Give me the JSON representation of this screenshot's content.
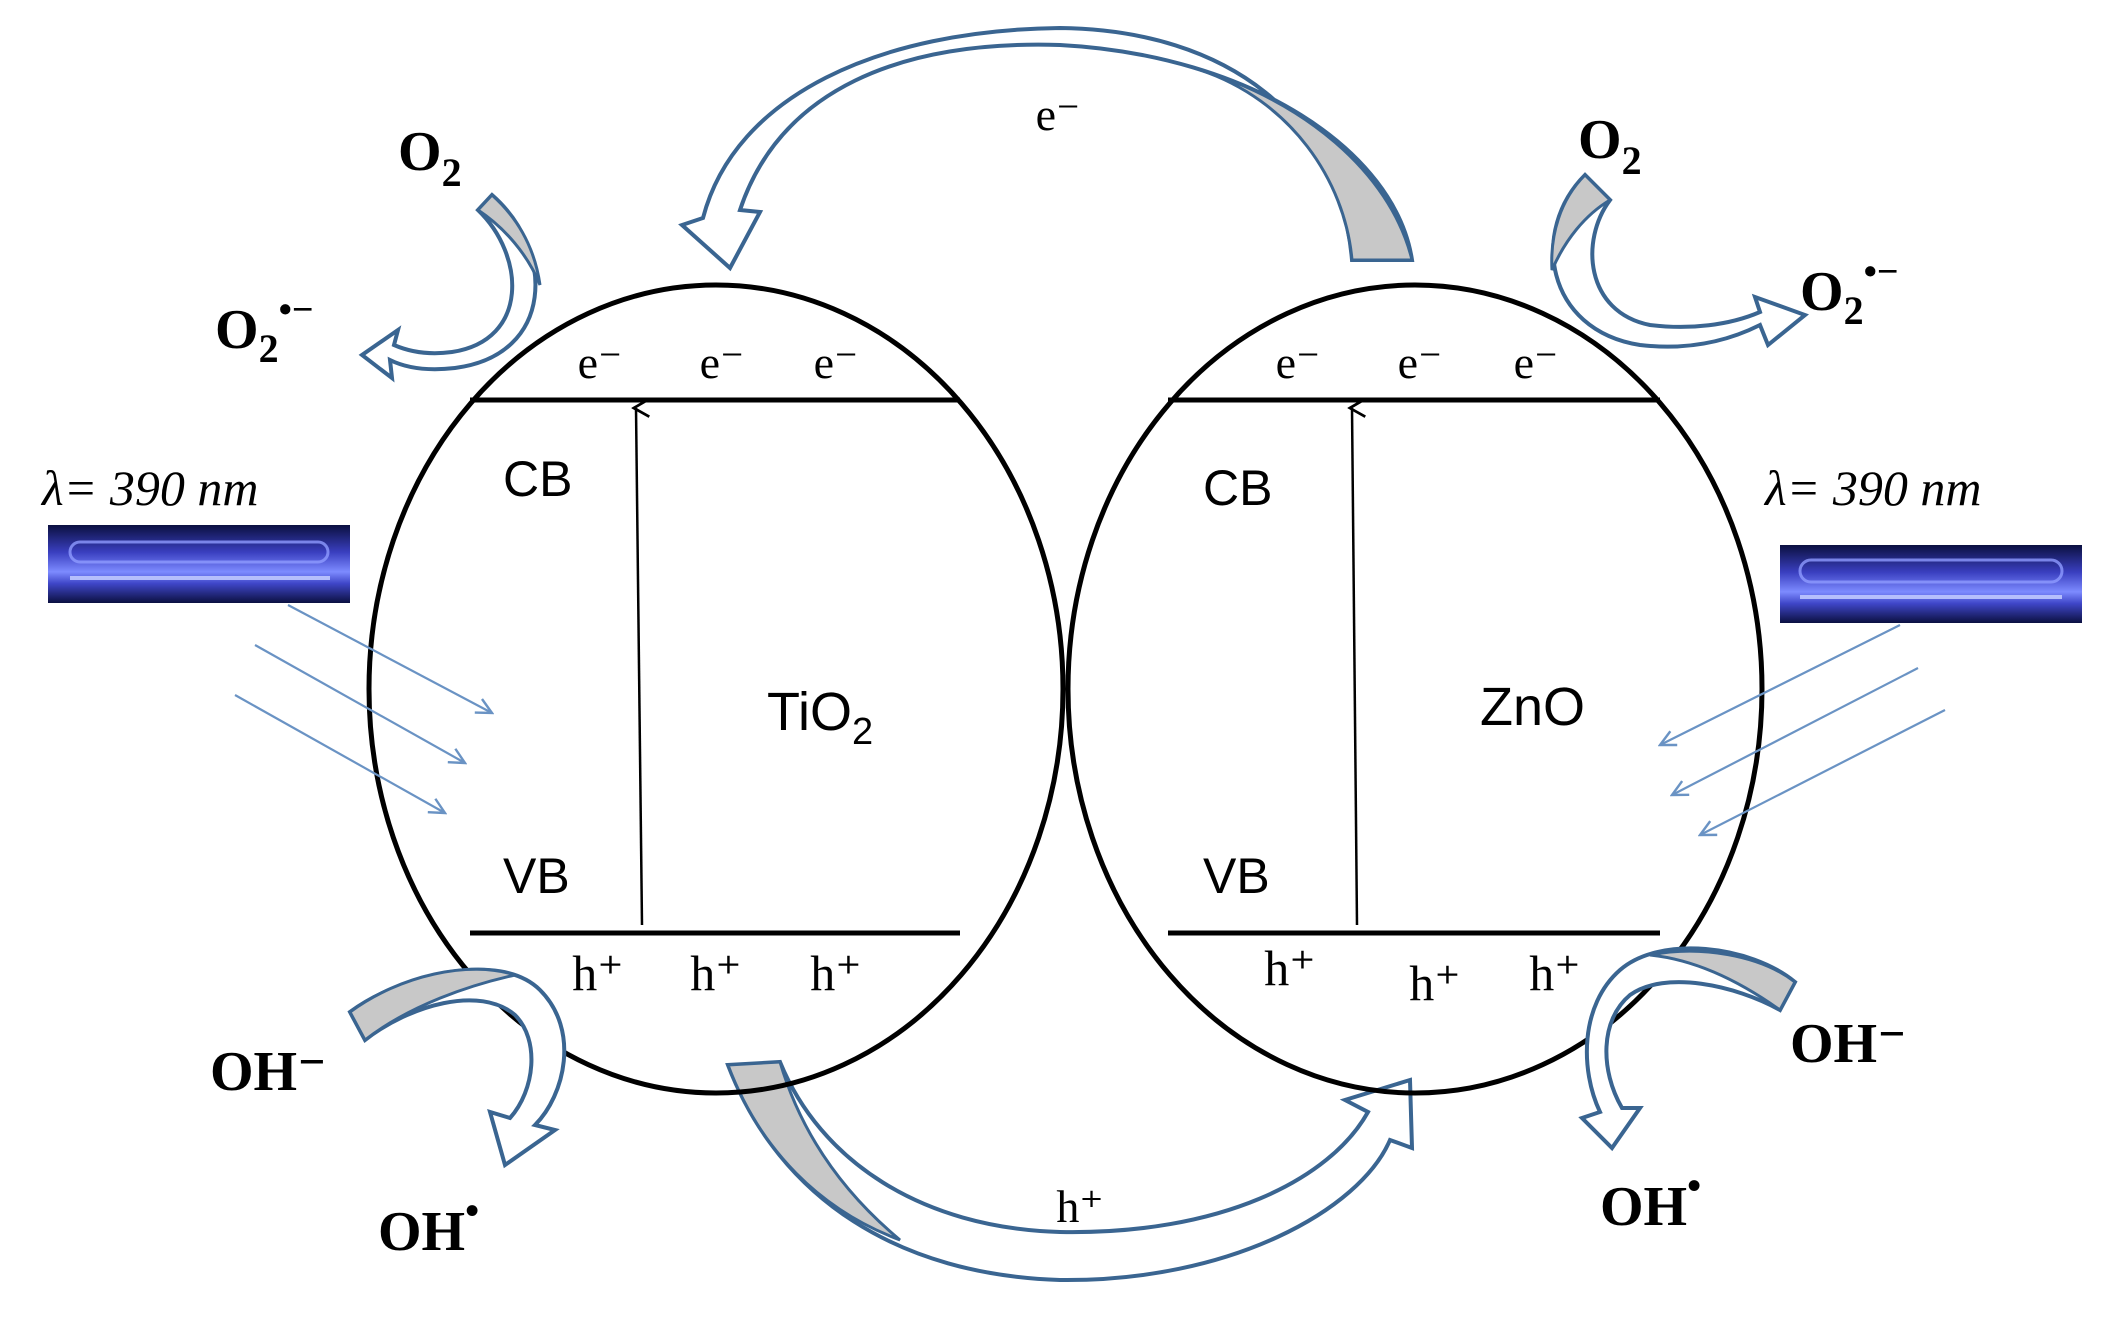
{
  "colors": {
    "arrow_stroke": "#3a6591",
    "arrow_fill_gray": "#c8c8c8",
    "light_ray": "#6a93c4",
    "outline": "#000000",
    "lamp_dark": "#0b1040",
    "lamp_glow": "#6f7dff"
  },
  "tio2": {
    "label_main": "TiO",
    "label_sub": "2",
    "cb": "CB",
    "vb": "VB",
    "electrons": [
      "e⁻",
      "e⁻",
      "e⁻"
    ],
    "holes": [
      "h⁺",
      "h⁺",
      "h⁺"
    ],
    "o2": "O",
    "o2_sub": "2",
    "o2_radical": "O",
    "o2_radical_sub": "2",
    "o2_radical_sup": "•−",
    "oh_minus": "OH⁻",
    "oh_radical": "OH",
    "oh_radical_sup": "•",
    "wavelength": "λ= 390 nm"
  },
  "zno": {
    "label": "ZnO",
    "cb": "CB",
    "vb": "VB",
    "electrons": [
      "e⁻",
      "e⁻",
      "e⁻"
    ],
    "holes": [
      "h⁺",
      "h⁺",
      "h⁺"
    ],
    "o2": "O",
    "o2_sub": "2",
    "o2_radical": "O",
    "o2_radical_sub": "2",
    "o2_radical_sup": "•−",
    "oh_minus": "OH⁻",
    "oh_radical": "OH",
    "oh_radical_sup": "•",
    "wavelength": "λ= 390 nm"
  },
  "transfer": {
    "electron_label": "e⁻",
    "hole_label": "h⁺"
  },
  "icons": [
    "uv-lamp-icon",
    "light-ray-icon",
    "transfer-arrow-icon"
  ]
}
